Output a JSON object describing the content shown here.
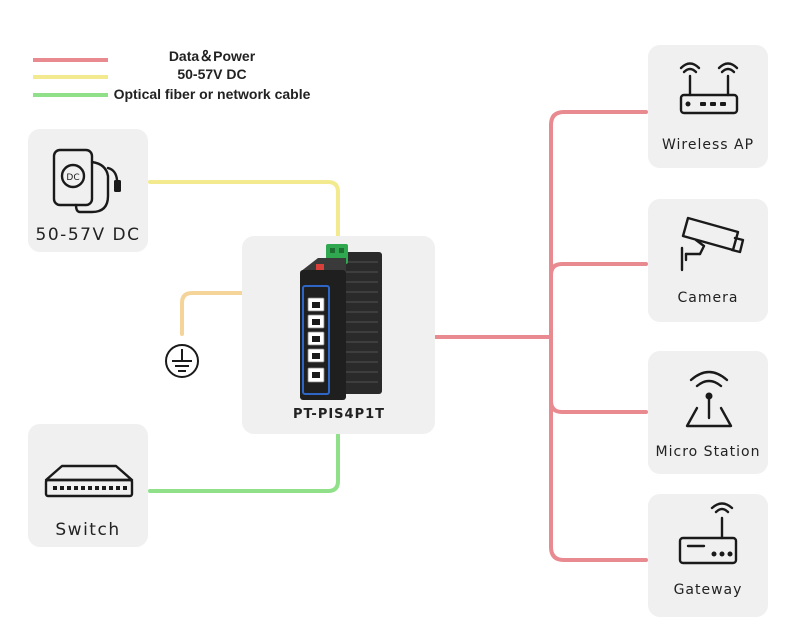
{
  "legend": {
    "items": [
      {
        "label": "Data＆Power",
        "color": "#e88a8f"
      },
      {
        "label": "50-57V DC",
        "color": "#f3ea8f"
      },
      {
        "label": "Optical fiber or network cable",
        "color": "#8fe088"
      }
    ]
  },
  "colors": {
    "data_power": "#e88a8f",
    "dc": "#f3ea8f",
    "ground": "#f5d49a",
    "fiber": "#8fe088",
    "card": "#f0f0f0"
  },
  "nodes": {
    "dc_power": {
      "label": "50-57V DC",
      "icon": "dc-adapter-icon",
      "badge": "DC"
    },
    "switch": {
      "label": "Switch",
      "icon": "network-switch-icon"
    },
    "device": {
      "label": "PT-PIS4P1T",
      "icon": "industrial-poe-switch-icon"
    },
    "ground": {
      "icon": "ground-icon"
    },
    "wireless_ap": {
      "label": "Wireless AP",
      "icon": "wireless-router-icon"
    },
    "camera": {
      "label": "Camera",
      "icon": "cctv-camera-icon"
    },
    "micro_station": {
      "label": "Micro Station",
      "icon": "micro-station-icon"
    },
    "gateway": {
      "label": "Gateway",
      "icon": "gateway-icon"
    }
  }
}
